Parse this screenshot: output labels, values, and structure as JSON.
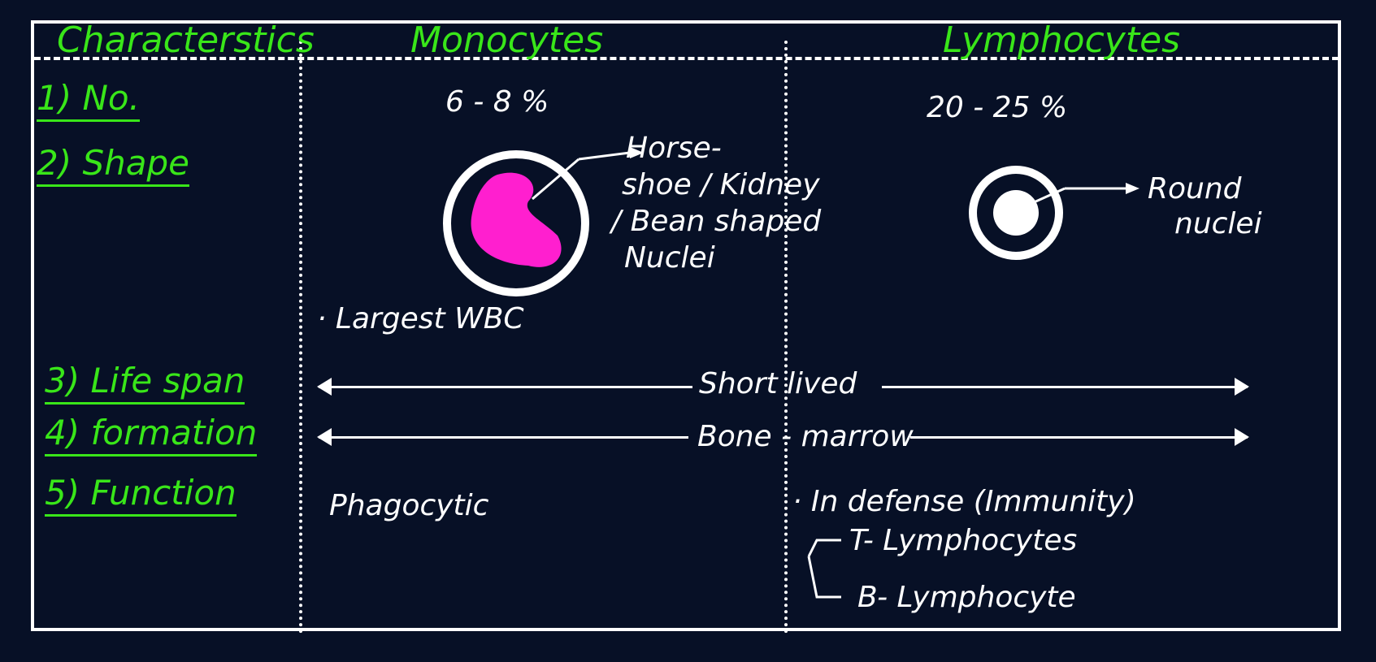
{
  "headers": {
    "characteristics": "Characterstics",
    "monocytes": "Monocytes",
    "lymphocytes": "Lymphocytes"
  },
  "rows": {
    "no": {
      "label": "1) No.",
      "monocytes": "6 - 8 %",
      "lymphocytes": "20 - 25 %"
    },
    "shape": {
      "label": "2) Shape",
      "monocytes_lines": [
        "Horse-",
        "shoe / Kidney",
        "/ Bean shaped",
        "Nuclei"
      ],
      "monocytes_note": "· Largest WBC",
      "lymphocytes_lines": [
        "Round",
        "nuclei"
      ]
    },
    "lifespan": {
      "label": "3) Life span",
      "shared": "Short lived"
    },
    "formation": {
      "label": "4) formation",
      "shared": "Bone - marrow"
    },
    "function": {
      "label": "5) Function",
      "monocytes": "Phagocytic",
      "lymphocytes": "· In defense (Immunity)",
      "lymphocytes_types": [
        "T- Lymphocytes",
        "B- Lymphocyte"
      ]
    }
  },
  "colors": {
    "background": "#071026",
    "heading": "#39e619",
    "text": "#ffffff",
    "monocyte_nucleus": "#ff1fcf"
  }
}
